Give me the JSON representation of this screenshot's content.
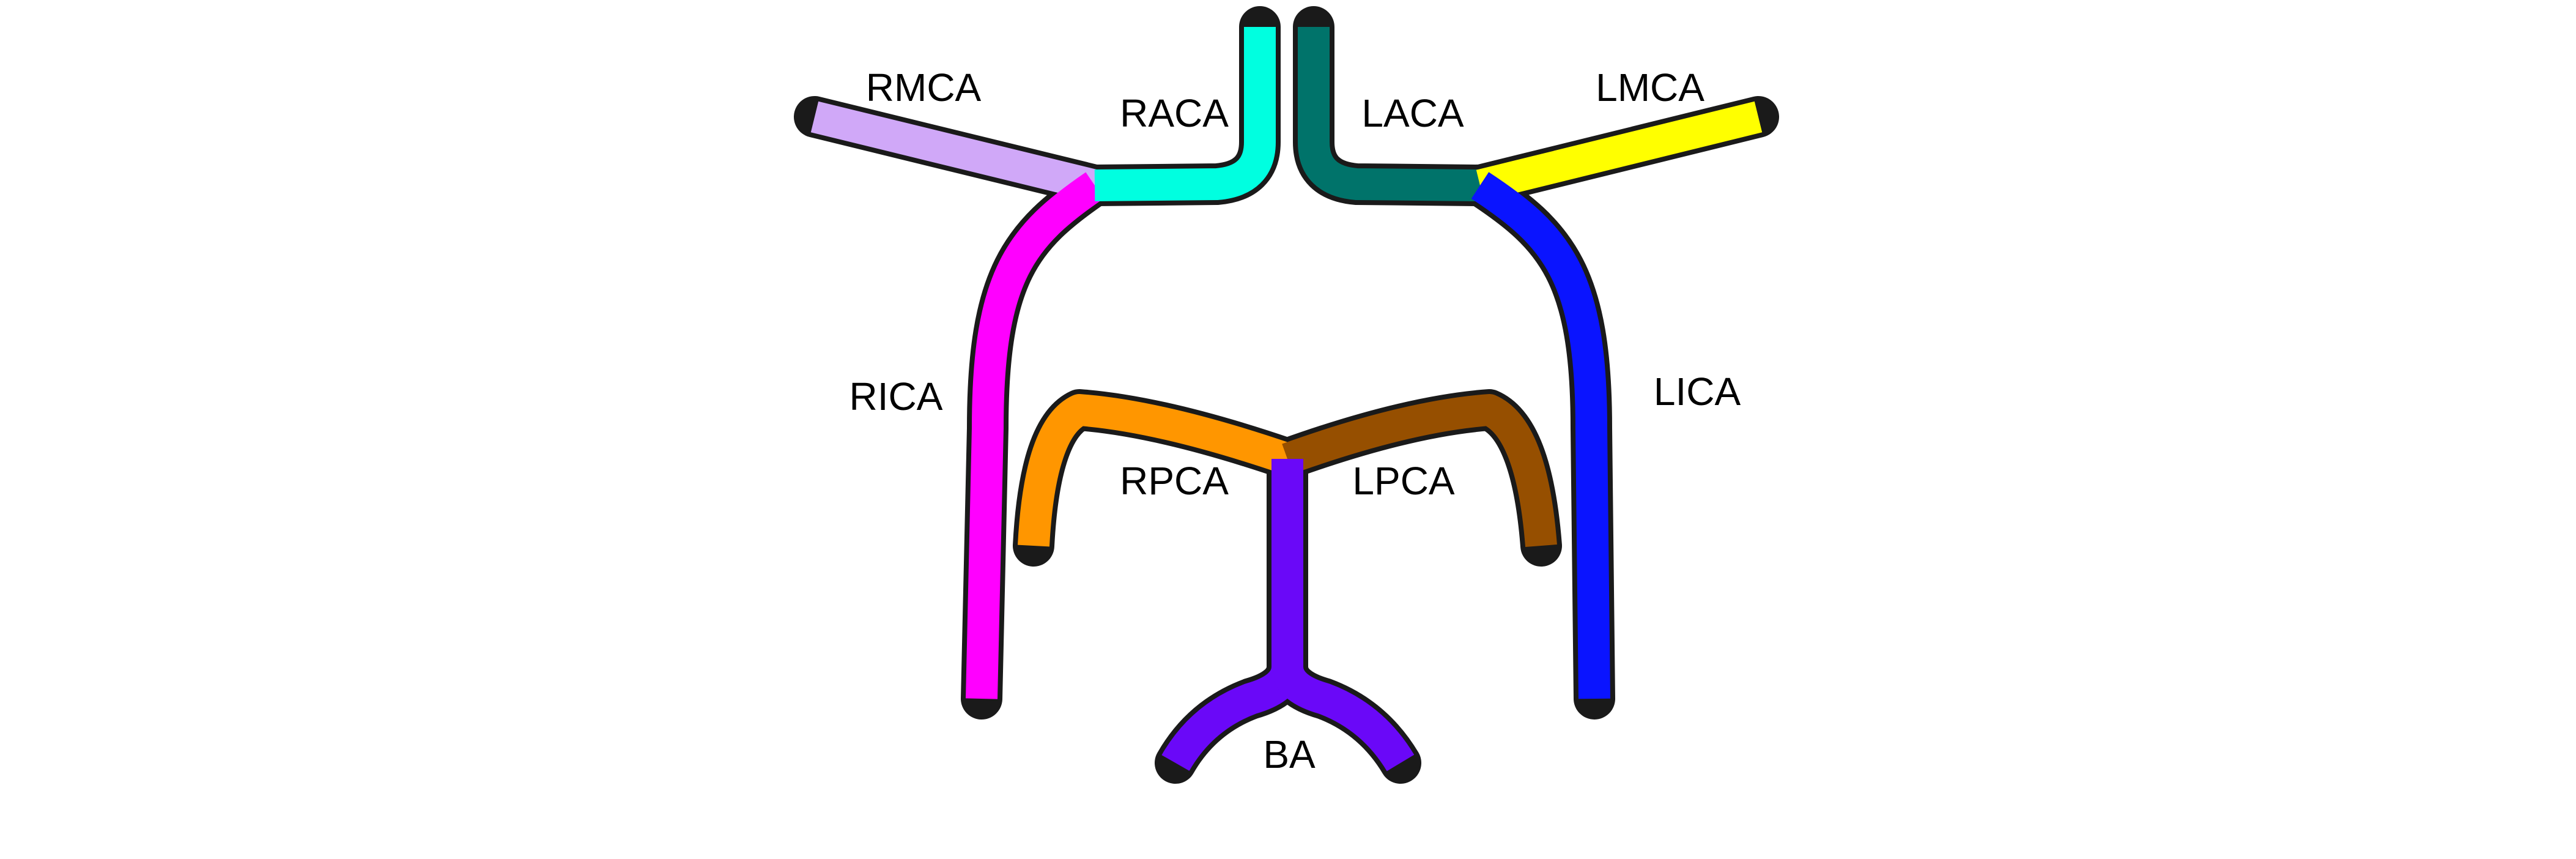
{
  "vessels": {
    "rmca": {
      "label": "RMCA",
      "color": "#d0a8f8"
    },
    "raca": {
      "label": "RACA",
      "color": "#00ffe0"
    },
    "laca": {
      "label": "LACA",
      "color": "#00736a"
    },
    "lmca": {
      "label": "LMCA",
      "color": "#ffff00"
    },
    "rica": {
      "label": "RICA",
      "color": "#ff00ff"
    },
    "lica": {
      "label": "LICA",
      "color": "#0a14ff"
    },
    "rpca": {
      "label": "RPCA",
      "color": "#ff9600"
    },
    "lpca": {
      "label": "LPCA",
      "color": "#964f00"
    },
    "ba": {
      "label": "BA",
      "color": "#6a08f8"
    }
  }
}
